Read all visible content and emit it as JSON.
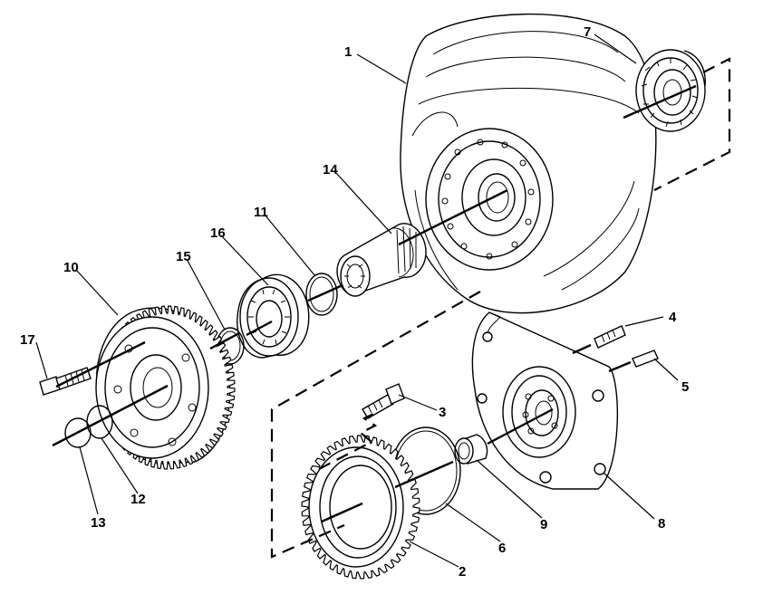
{
  "callouts": {
    "c1": "1",
    "c2": "2",
    "c3": "3",
    "c4": "4",
    "c5": "5",
    "c6": "6",
    "c7": "7",
    "c8": "8",
    "c9": "9",
    "c10": "10",
    "c11": "11",
    "c12": "12",
    "c13": "13",
    "c14": "14",
    "c15": "15",
    "c16": "16",
    "c17": "17"
  },
  "colors": {
    "line": "#000000",
    "background": "#ffffff"
  }
}
